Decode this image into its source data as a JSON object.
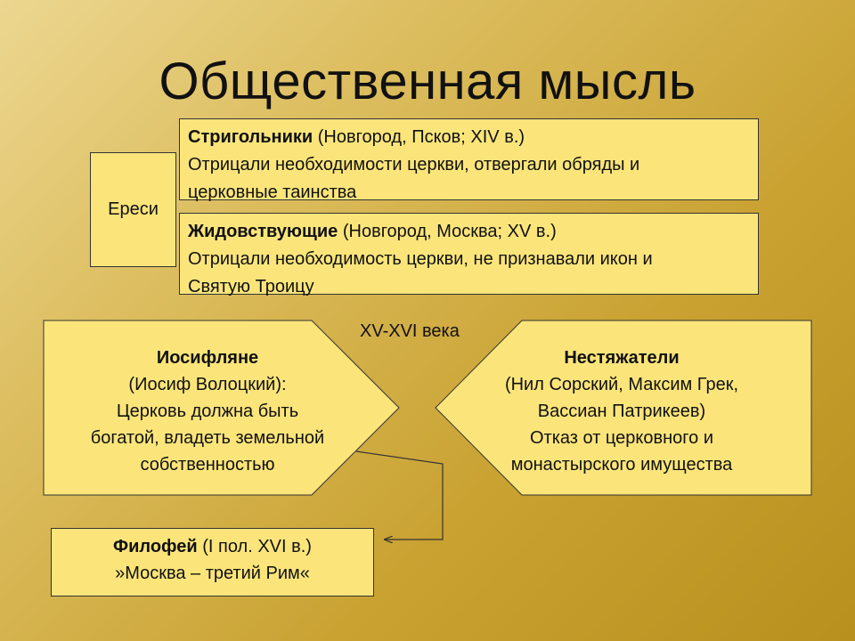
{
  "slide": {
    "title": "Общественная мысль"
  },
  "heresies": {
    "label": "Ереси",
    "strigolniki": {
      "name": "Стригольники",
      "meta": " (Новгород, Псков; XIV в.)",
      "line1": "Отрицали необходимости церкви, отвергали обряды и",
      "line2": "церковные таинства"
    },
    "zhidovstvuyushchie": {
      "name": "Жидовствующие",
      "meta": " (Новгород, Москва; XV в.)",
      "line1": "Отрицали необходимость церкви, не признавали икон и",
      "line2": "Святую Троицу"
    }
  },
  "period_label": "XV-XVI века",
  "josephites": {
    "name": "Иосифляне",
    "line1": "(Иосиф Волоцкий):",
    "line2": "Церковь должна быть",
    "line3": "богатой, владеть земельной",
    "line4": "собственностью"
  },
  "non_possessors": {
    "name": "Нестяжатели",
    "line1": "(Нил Сорский, Максим Грек,",
    "line2": "Вассиан Патрикеев)",
    "line3": "Отказ от церковного и",
    "line4": "монастырского имущества"
  },
  "filofey": {
    "name": "Филофей",
    "meta": " (I пол. XVI в.)",
    "line1": "»Москва – третий Рим«"
  },
  "colors": {
    "box_fill": "#fbe57a",
    "border": "#333333"
  }
}
